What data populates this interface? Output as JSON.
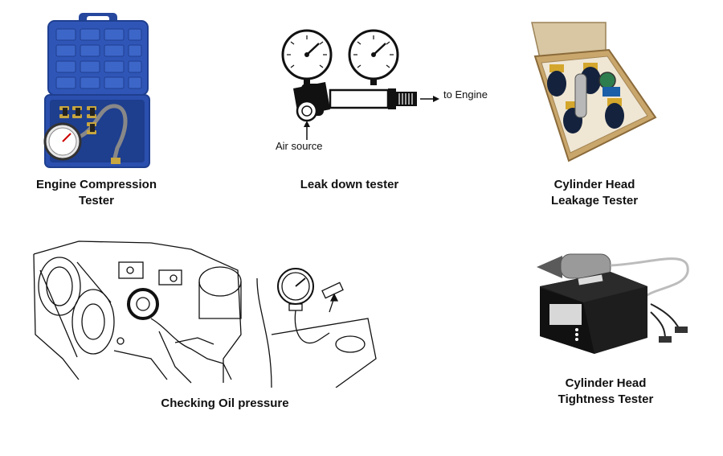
{
  "items": {
    "compression": {
      "line1": "Engine Compression",
      "line2": "Tester"
    },
    "leakdown": {
      "label": "Leak down tester",
      "to_engine": "to Engine",
      "air_source": "Air source"
    },
    "cylinder_head_leakage": {
      "line1": "Cylinder Head",
      "line2": "Leakage Tester"
    },
    "oil_pressure": {
      "label": "Checking Oil pressure"
    },
    "tightness": {
      "line1": "Cylinder Head",
      "line2": "Tightness Tester"
    }
  },
  "colors": {
    "case_blue": "#2f56b7",
    "wood_case": "#c9a66b",
    "tester_black": "#1d1d1d"
  }
}
